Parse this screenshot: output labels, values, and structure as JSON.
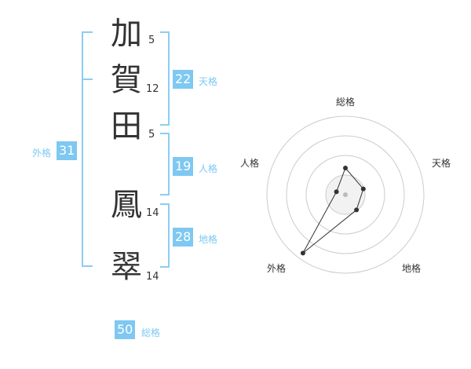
{
  "characters": [
    {
      "char": "加",
      "strokes": "5"
    },
    {
      "char": "賀",
      "strokes": "12"
    },
    {
      "char": "田",
      "strokes": "5"
    },
    {
      "char": "鳳",
      "strokes": "14"
    },
    {
      "char": "翠",
      "strokes": "14"
    }
  ],
  "fortunes": {
    "tenkaku": {
      "value": "22",
      "label": "天格"
    },
    "jinkaku": {
      "value": "19",
      "label": "人格"
    },
    "chikaku": {
      "value": "28",
      "label": "地格"
    },
    "gaikaku": {
      "value": "31",
      "label": "外格"
    },
    "soukaku": {
      "value": "50",
      "label": "総格"
    }
  },
  "radar": {
    "axes": [
      "総格",
      "天格",
      "地格",
      "外格",
      "人格"
    ],
    "levels": 4,
    "values": [
      0.34,
      0.24,
      0.24,
      0.92,
      0.12
    ],
    "colors": {
      "ring": "#cccccc",
      "line": "#333333",
      "point": "#333333",
      "center": "#bbbbbb"
    }
  }
}
